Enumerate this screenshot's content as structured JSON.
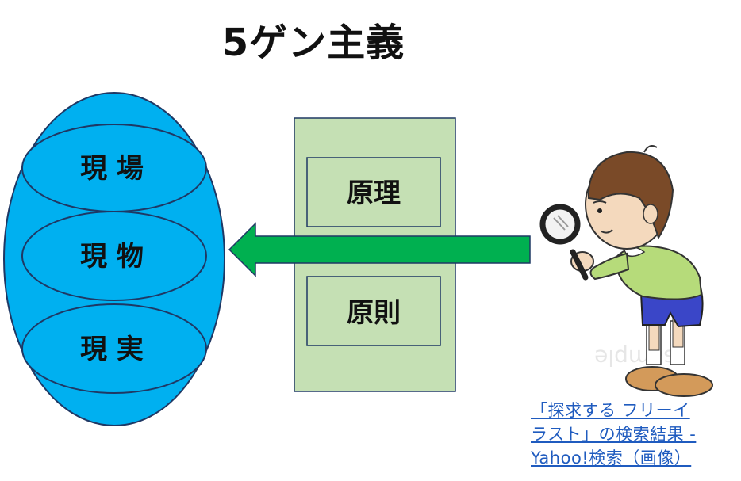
{
  "title": "5ゲン主義",
  "gen": {
    "item1": "現 場",
    "item2": "現 物",
    "item3": "現 実"
  },
  "principles": {
    "item1": "原理",
    "item2": "原則"
  },
  "image_caption_link": {
    "line1": "「探求する フリーイ",
    "line2": "ラスト」の検索結果 -",
    "line3": "Yahoo!検索（画像）"
  },
  "watermark": "sample",
  "colors": {
    "big_oval": "#00b0f0",
    "outline": "#1f3864",
    "panel_fill": "#c5e0b4",
    "arrow_fill": "#00b050",
    "link": "#1f5bbf"
  }
}
